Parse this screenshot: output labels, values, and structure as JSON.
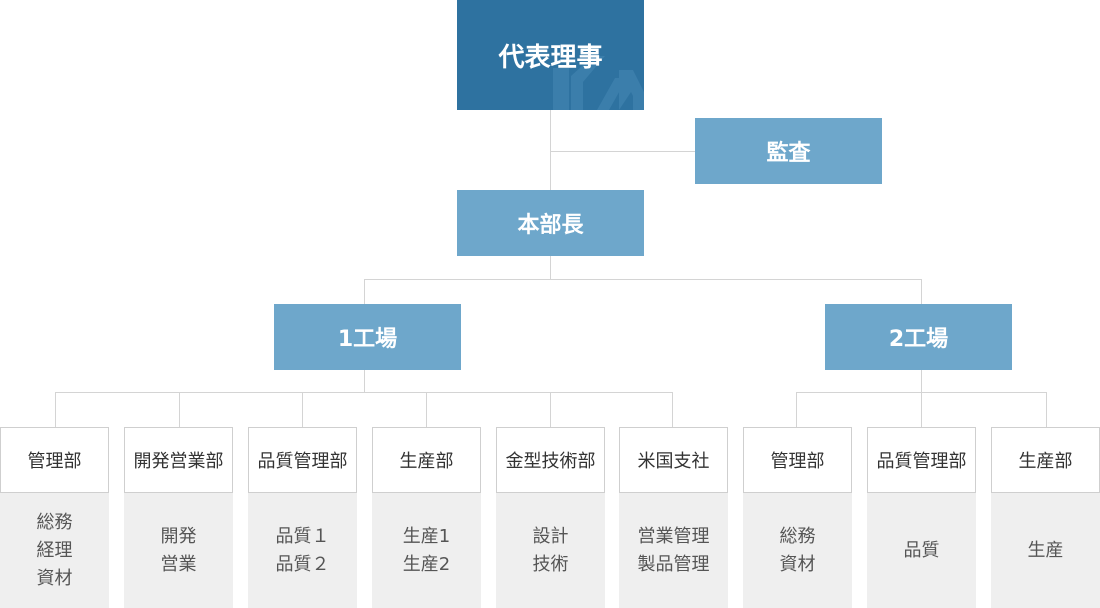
{
  "colors": {
    "ceo": "#2e72a0",
    "mid": "#6ea7cb",
    "line": "#d4d4d4",
    "dept_bg": "#efefef"
  },
  "ceo": {
    "label": "代表理事"
  },
  "audit": {
    "label": "監査"
  },
  "hq": {
    "label": "本部長"
  },
  "plants": [
    {
      "label": "1工場"
    },
    {
      "label": "2工場"
    }
  ],
  "departments": [
    {
      "name": "管理部",
      "items": [
        "総務",
        "経理",
        "資材"
      ]
    },
    {
      "name": "開発営業部",
      "items": [
        "開発",
        "営業"
      ]
    },
    {
      "name": "品質管理部",
      "items": [
        "品質１",
        "品質２"
      ]
    },
    {
      "name": "生産部",
      "items": [
        "生産1",
        "生産2"
      ]
    },
    {
      "name": "金型技術部",
      "items": [
        "設計",
        "技術"
      ]
    },
    {
      "name": "米国支社",
      "items": [
        "営業管理",
        "製品管理"
      ]
    },
    {
      "name": "管理部",
      "items": [
        "総務",
        "資材"
      ]
    },
    {
      "name": "品質管理部",
      "items": [
        "品質"
      ]
    },
    {
      "name": "生産部",
      "items": [
        "生産"
      ]
    }
  ]
}
